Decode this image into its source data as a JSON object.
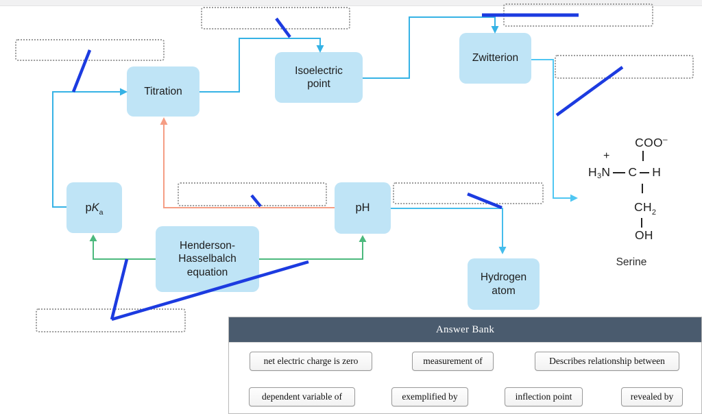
{
  "colors": {
    "node_fill": "#bfe4f6",
    "cyan_line": "#35b2e5",
    "cyan_line_light": "#4fc6f2",
    "salmon_line": "#f59d84",
    "green_line": "#4cb97d",
    "leader_blue": "#1c3be0",
    "dotted_border": "#9a9a9a",
    "bank_header_bg": "#4a5b6e"
  },
  "concept_map": {
    "nodes": {
      "titration": {
        "label": "Titration"
      },
      "isoelectric": {
        "lines": [
          "Isoelectric",
          "point"
        ]
      },
      "zwitterion": {
        "label": "Zwitterion"
      },
      "pka": {
        "p": "p",
        "k": "K",
        "sub": "a"
      },
      "ph": {
        "label": "pH"
      },
      "henderson": {
        "lines": [
          "Henderson-",
          "Hasselbalch",
          "equation"
        ]
      },
      "hydrogen": {
        "lines": [
          "Hydrogen",
          "atom"
        ]
      }
    }
  },
  "serine": {
    "coo": "COO",
    "coo_charge": "–",
    "plus": "+",
    "amine_h": "H",
    "amine_3": "3",
    "amine_n": "N",
    "c": "C",
    "h_right": "H",
    "ch": "CH",
    "ch_sub": "2",
    "oh": "OH",
    "label": "Serine"
  },
  "answer_bank": {
    "title": "Answer Bank",
    "items": [
      "net electric charge is zero",
      "measurement of",
      "Describes relationship between",
      "dependent variable of",
      "exemplified by",
      "inflection point",
      "revealed by"
    ]
  }
}
